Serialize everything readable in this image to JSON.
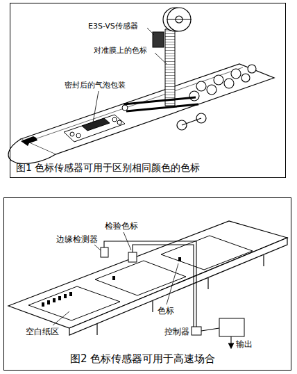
{
  "diagram": {
    "nodes": [
      {
        "text": [
          "图1 色标传感器可用于区别相同颜色的色标"
        ]
      },
      {
        "text": [
          "图2 色标传感器可用于高速场合"
        ]
      }
    ],
    "labels": [
      "E3S-VS传感器",
      "对准膜上的色标",
      "密封后的气泡包装",
      "检验色标",
      "边缘检测器",
      "色标",
      "空白纸区",
      "控制器",
      "输出"
    ]
  }
}
